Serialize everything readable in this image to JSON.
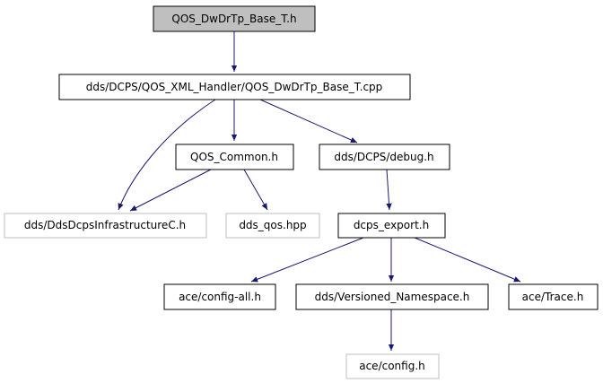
{
  "diagram": {
    "colors": {
      "edge": "#191970",
      "border_primary": "#000000",
      "border_external": "#bfbfbf",
      "fill_root": "#bfbfbf",
      "fill_default": "#ffffff",
      "text": "#000000"
    },
    "nodes": [
      {
        "id": "qos_dwdrtp_base_t_h",
        "label": "QOS_DwDrTp_Base_T.h",
        "style": "root"
      },
      {
        "id": "qos_dwdrtp_base_t_cpp",
        "label": "dds/DCPS/QOS_XML_Handler/QOS_DwDrTp_Base_T.cpp",
        "style": "normal"
      },
      {
        "id": "qos_common_h",
        "label": "QOS_Common.h",
        "style": "normal"
      },
      {
        "id": "debug_h",
        "label": "dds/DCPS/debug.h",
        "style": "normal"
      },
      {
        "id": "ddsdcpsinfrastructurec_h",
        "label": "dds/DdsDcpsInfrastructureC.h",
        "style": "external"
      },
      {
        "id": "dds_qos_hpp",
        "label": "dds_qos.hpp",
        "style": "external"
      },
      {
        "id": "dcps_export_h",
        "label": "dcps_export.h",
        "style": "normal"
      },
      {
        "id": "config_all_h",
        "label": "ace/config-all.h",
        "style": "normal"
      },
      {
        "id": "versioned_namespace_h",
        "label": "dds/Versioned_Namespace.h",
        "style": "normal"
      },
      {
        "id": "trace_h",
        "label": "ace/Trace.h",
        "style": "normal"
      },
      {
        "id": "config_h",
        "label": "ace/config.h",
        "style": "external"
      }
    ],
    "edges": [
      {
        "from": "qos_dwdrtp_base_t_h",
        "to": "qos_dwdrtp_base_t_cpp"
      },
      {
        "from": "qos_dwdrtp_base_t_cpp",
        "to": "qos_common_h"
      },
      {
        "from": "qos_dwdrtp_base_t_cpp",
        "to": "debug_h"
      },
      {
        "from": "qos_dwdrtp_base_t_cpp",
        "to": "ddsdcpsinfrastructurec_h"
      },
      {
        "from": "qos_common_h",
        "to": "ddsdcpsinfrastructurec_h"
      },
      {
        "from": "qos_common_h",
        "to": "dds_qos_hpp"
      },
      {
        "from": "debug_h",
        "to": "dcps_export_h"
      },
      {
        "from": "dcps_export_h",
        "to": "config_all_h"
      },
      {
        "from": "dcps_export_h",
        "to": "versioned_namespace_h"
      },
      {
        "from": "dcps_export_h",
        "to": "trace_h"
      },
      {
        "from": "versioned_namespace_h",
        "to": "config_h"
      }
    ]
  }
}
